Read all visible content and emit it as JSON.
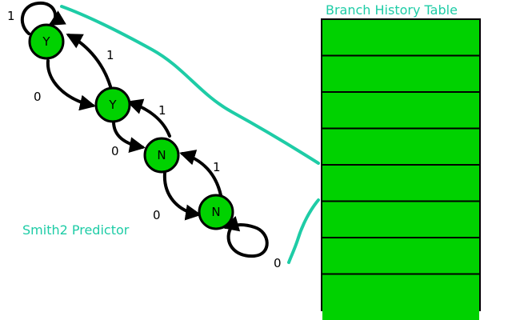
{
  "table": {
    "title": "Branch History Table",
    "rows": 8,
    "fill_color": "#00d200",
    "line_color": "#000000"
  },
  "predictor": {
    "caption": "Smith2 Predictor",
    "caption_color": "#1ecca6",
    "state_color": "#00d200",
    "states": [
      {
        "label": "Y"
      },
      {
        "label": "Y"
      },
      {
        "label": "N"
      },
      {
        "label": "N"
      }
    ],
    "transitions": {
      "self_loop_top": "1",
      "s1_to_s0": "1",
      "s0_to_s1": "0",
      "s2_to_s1": "1",
      "s1_to_s2": "0",
      "s3_to_s2": "1",
      "s2_to_s3": "0",
      "self_loop_bottom": "0"
    }
  },
  "connector_color": "#1ecca6"
}
